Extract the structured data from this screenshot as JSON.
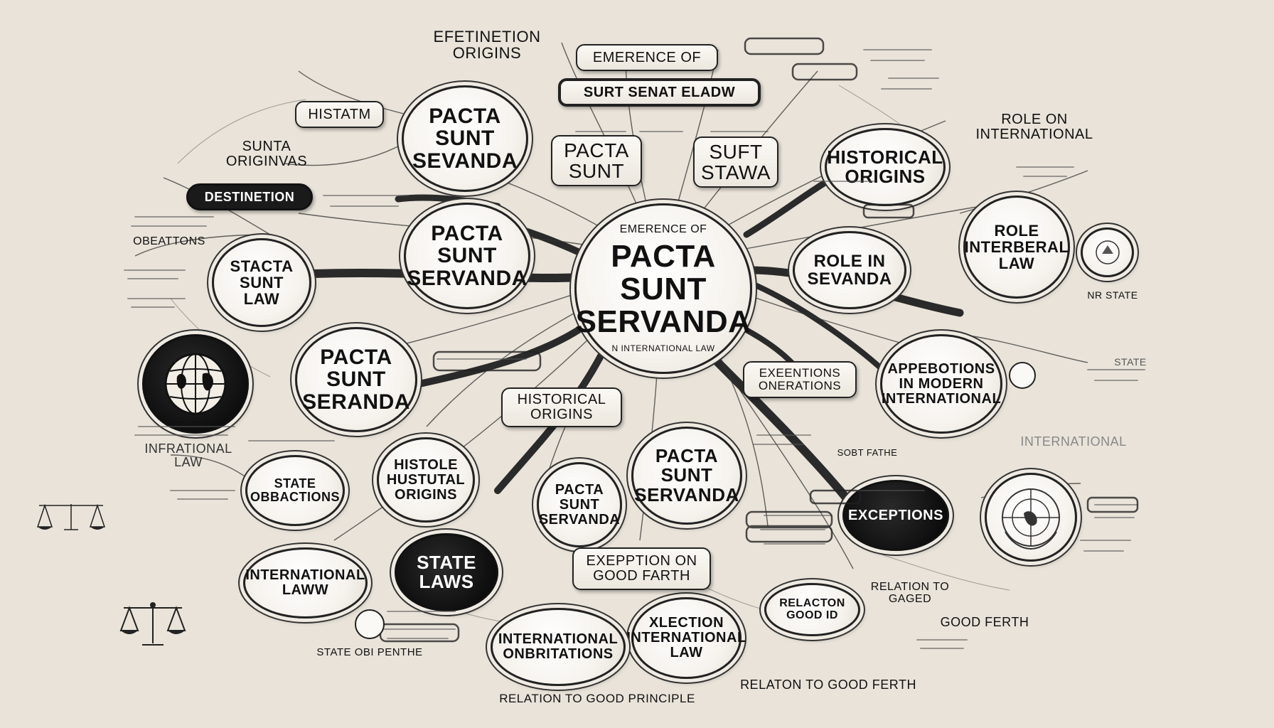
{
  "diagram": {
    "center": {
      "top": "EMERENCE OF",
      "title": "PACTA\nSUNT\nSERVANDA",
      "bottom": "N INTERNATIONAL LAW"
    },
    "nodes": [
      {
        "id": "pacta-top",
        "text": "PACTA\nSUNT\nSEVANDA"
      },
      {
        "id": "pacta-mid-left",
        "text": "PACTA\nSUNT\nSERVANDA"
      },
      {
        "id": "pacta-left",
        "text": "PACTA\nSUNT\nSERANDA"
      },
      {
        "id": "pacta-bottom",
        "text": "PACTA\nSUNT\nSERVANDA"
      },
      {
        "id": "pacta-small",
        "text": "PACTA\nSUNT\nSERVANDA"
      },
      {
        "id": "historical-origins",
        "text": "HISTORICAL\nORIGINS"
      },
      {
        "id": "role-sevanda",
        "text": "ROLE IN\nSEVANDA"
      },
      {
        "id": "role-interberal",
        "text": "ROLE\nINTERBERAL\nLAW"
      },
      {
        "id": "appebotions",
        "text": "APPEBOTIONS\nIN MODERN\nINTERNATIONAL"
      },
      {
        "id": "stacta-law",
        "text": "STACTA\nSUNT\nLAW"
      },
      {
        "id": "histole",
        "text": "HISTOLE\nHUSTUTAL\nORIGINS"
      },
      {
        "id": "state-obbactions",
        "text": "STATE\nOBBACTIONS"
      },
      {
        "id": "state-laws",
        "text": "STATE\nLAWS"
      },
      {
        "id": "exceptions-dark",
        "text": "EXCEPTIONS"
      },
      {
        "id": "international-law",
        "text": "INTERNATIONAL\nLAWW"
      },
      {
        "id": "xlection",
        "text": "XLECTION\nINTERNATIONAL\nLAW"
      },
      {
        "id": "international-obritations",
        "text": "INTERNATIONAL\nONBRITATIONS"
      },
      {
        "id": "relacton",
        "text": "RELACTON\nGOOD ID"
      }
    ],
    "boxes": [
      {
        "id": "pacta-sunt-box",
        "text": "PACTA\nSUNT"
      },
      {
        "id": "suft-stawa-box",
        "text": "SUFT\nSTAWA"
      },
      {
        "id": "emerence-box",
        "text": "EMERENCE OF"
      },
      {
        "id": "suvt-box",
        "text": "SURT SENAT ELADW"
      },
      {
        "id": "histatm-box",
        "text": "HISTATM"
      },
      {
        "id": "historical-origins-box",
        "text": "HISTORICAL\nORIGINS"
      },
      {
        "id": "exeentions-box",
        "text": "EXEENTIONS\nONERATIONS"
      },
      {
        "id": "exepption-box",
        "text": "EXEPPTION ON\nGOOD FARTH"
      },
      {
        "id": "destinition-pill",
        "text": "DESTINETION"
      }
    ],
    "labels": [
      {
        "id": "destinition-origins",
        "text": "EFETINETION\nORIGINS"
      },
      {
        "id": "sunta-origins",
        "text": "SUNTA\nORIGINVAS"
      },
      {
        "id": "role-on-international",
        "text": "ROLE ON\nINTERNATIONAL"
      },
      {
        "id": "obeations",
        "text": "OBEATTONS"
      },
      {
        "id": "infrational-law",
        "text": "INFRATIONAL\nLAW"
      },
      {
        "id": "state-obi-penthe",
        "text": "STATE OBI PENTHE"
      },
      {
        "id": "relation-good-principle",
        "text": "RELATION TO GOOD PRINCIPLE"
      },
      {
        "id": "relaton-good-ferth",
        "text": "RELATON TO GOOD FERTH"
      },
      {
        "id": "relation-to-gaged",
        "text": "RELATION TO\nGAGED"
      },
      {
        "id": "good-ferth",
        "text": "GOOD FERTH"
      },
      {
        "id": "international-faded",
        "text": "INTERNATIONAL"
      },
      {
        "id": "nr-state",
        "text": "NR STATE"
      },
      {
        "id": "state-right",
        "text": "STATE"
      },
      {
        "id": "sobt-fathe",
        "text": "SOBT FATHE"
      }
    ]
  }
}
